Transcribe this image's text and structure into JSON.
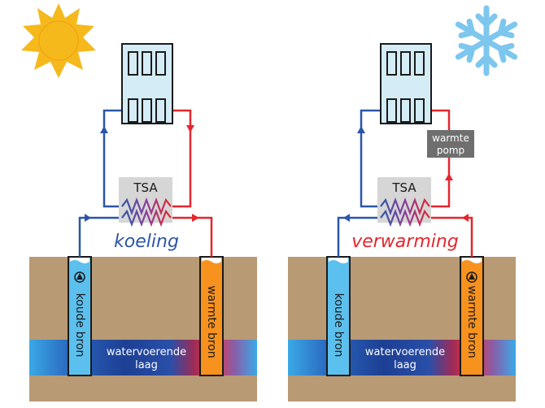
{
  "colors": {
    "ground": "#b89a74",
    "ground_edge": "#a88a64",
    "aquifer_light": "#3aa9e6",
    "aquifer_dark": "#1d3f94",
    "aquifer_red": "#e8323a",
    "cold_well": "#5cc0ee",
    "warm_well": "#f7921e",
    "cold_pipe": "#2b56a8",
    "warm_pipe": "#e3262d",
    "tsa_box": "#d6d6d6",
    "pump_box": "#6f6f6f",
    "building_fill": "#d4ecf5",
    "sun": "#f6b91b",
    "snowflake": "#7dc7ef",
    "koeling_text": "#2b56a8",
    "verwarming_text": "#e3262d"
  },
  "icons": {
    "left": "sun-icon",
    "right": "snowflake-icon",
    "pump": "pump-icon",
    "building": "building-icon"
  },
  "left_panel": {
    "mode_label": "koeling",
    "exchanger_label": "TSA",
    "cold_well_label": "koude bron",
    "warm_well_label": "warmte bron",
    "aquifer_label_line1": "watervoerende",
    "aquifer_label_line2": "laag"
  },
  "right_panel": {
    "mode_label": "verwarming",
    "exchanger_label": "TSA",
    "heat_pump_line1": "warmte",
    "heat_pump_line2": "pomp",
    "cold_well_label": "koude bron",
    "warm_well_label": "warmte bron",
    "aquifer_label_line1": "watervoerende",
    "aquifer_label_line2": "laag"
  }
}
